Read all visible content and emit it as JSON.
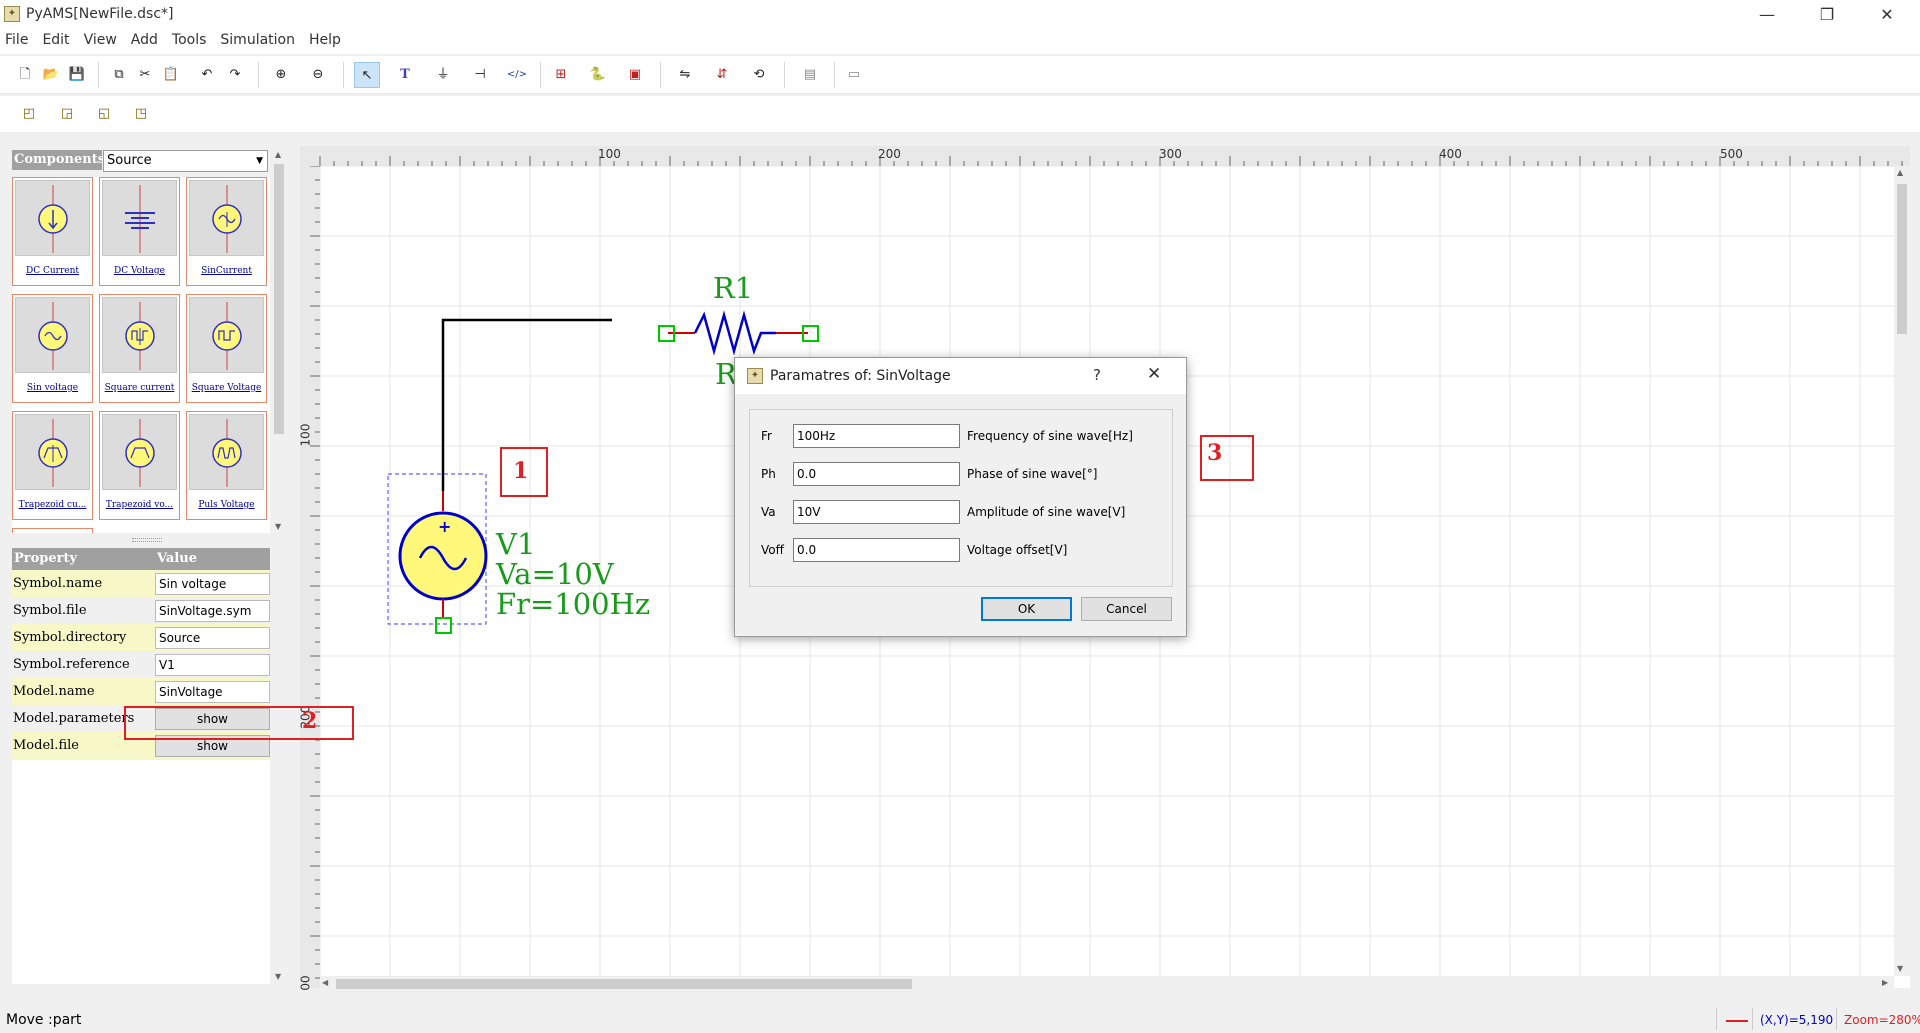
{
  "window": {
    "title": "PyAMS[NewFile.dsc*]",
    "app_icon": "pyams-icon",
    "controls": [
      "minimize-icon",
      "restore-icon",
      "close-icon"
    ]
  },
  "menubar": [
    "File",
    "Edit",
    "View",
    "Add",
    "Tools",
    "Simulation",
    "Help"
  ],
  "toolbar1": [
    {
      "name": "new-icon",
      "glyph": "🗋"
    },
    {
      "name": "open-icon",
      "glyph": "📂"
    },
    {
      "name": "save-icon",
      "glyph": "💾"
    },
    {
      "name": "copy-icon",
      "glyph": "⧉"
    },
    {
      "name": "cut-icon",
      "glyph": "✂"
    },
    {
      "name": "paste-icon",
      "glyph": "📋"
    },
    {
      "name": "undo-icon",
      "glyph": "↶"
    },
    {
      "name": "redo-icon",
      "glyph": "↷"
    },
    {
      "name": "zoom-in-icon",
      "glyph": "⊕"
    },
    {
      "name": "zoom-out-icon",
      "glyph": "⊖"
    },
    {
      "name": "select-pointer-icon",
      "glyph": "↖"
    },
    {
      "name": "text-tool-icon",
      "glyph": "T"
    },
    {
      "name": "ground-tool-icon",
      "glyph": "⏚"
    },
    {
      "name": "port-tool-icon",
      "glyph": "⊣"
    },
    {
      "name": "code-tool-icon",
      "glyph": "</>"
    },
    {
      "name": "probe-icon",
      "glyph": "⊞"
    },
    {
      "name": "python-icon",
      "glyph": "🐍"
    },
    {
      "name": "analysis-icon",
      "glyph": "▣"
    },
    {
      "name": "flip-horizontal-icon",
      "glyph": "⇋"
    },
    {
      "name": "flip-vertical-icon",
      "glyph": "⇵"
    },
    {
      "name": "rotate-icon",
      "glyph": "⟲"
    },
    {
      "name": "properties-icon",
      "glyph": "▤"
    },
    {
      "name": "window-icon",
      "glyph": "▭"
    }
  ],
  "toolbar2": [
    {
      "name": "bring-front-icon",
      "glyph": "◰"
    },
    {
      "name": "send-back-icon",
      "glyph": "◲"
    },
    {
      "name": "bring-forward-icon",
      "glyph": "◱"
    },
    {
      "name": "send-backward-icon",
      "glyph": "◳"
    }
  ],
  "components": {
    "header": "Components",
    "library": "Source",
    "items": [
      {
        "label": "DC Current",
        "icon": "dc-current-icon"
      },
      {
        "label": "DC Voltage",
        "icon": "dc-voltage-icon"
      },
      {
        "label": "SinCurrent",
        "icon": "sin-current-icon"
      },
      {
        "label": "Sin voltage",
        "icon": "sin-voltage-icon"
      },
      {
        "label": "Square current",
        "icon": "square-current-icon"
      },
      {
        "label": "Square Voltage",
        "icon": "square-voltage-icon"
      },
      {
        "label": "Trapezoid cu...",
        "icon": "trapezoid-current-icon"
      },
      {
        "label": "Trapezoid vo...",
        "icon": "trapezoid-voltage-icon"
      },
      {
        "label": "Puls Voltage",
        "icon": "puls-voltage-icon"
      }
    ]
  },
  "properties": {
    "header_property": "Property",
    "header_value": "Value",
    "rows": [
      {
        "name": "Symbol.name",
        "value": "Sin voltage",
        "type": "text"
      },
      {
        "name": "Symbol.file",
        "value": "SinVoltage.sym",
        "type": "text"
      },
      {
        "name": "Symbol.directory",
        "value": "Source",
        "type": "text"
      },
      {
        "name": "Symbol.reference",
        "value": "V1",
        "type": "text"
      },
      {
        "name": "Model.name",
        "value": "SinVoltage",
        "type": "text"
      },
      {
        "name": "Model.parameters",
        "value": "show",
        "type": "button"
      },
      {
        "name": "Model.file",
        "value": "show",
        "type": "button"
      }
    ]
  },
  "ruler": {
    "top": [
      "100",
      "200",
      "300",
      "400",
      "500"
    ],
    "left": [
      "100",
      "200",
      "00"
    ]
  },
  "schematic": {
    "resistor_label": "R1",
    "resistor_label_partial": "R",
    "source_ref": "V1",
    "source_va": "Va=10V",
    "source_fr": "Fr=100Hz",
    "plus_sign": "+"
  },
  "annotations": [
    "1",
    "2",
    "3"
  ],
  "dialog": {
    "title": "Paramatres of:  SinVoltage",
    "help": "?",
    "fields": [
      {
        "label": "Fr",
        "value": "100Hz",
        "desc": "Frequency of sine wave[Hz]"
      },
      {
        "label": "Ph",
        "value": "0.0",
        "desc": "Phase of sine wave[°]"
      },
      {
        "label": "Va",
        "value": "10V",
        "desc": "Amplitude of sine wave[V]"
      },
      {
        "label": "Voff",
        "value": "0.0",
        "desc": "Voltage offset[V]"
      }
    ],
    "ok": "OK",
    "cancel": "Cancel"
  },
  "status": {
    "message": "Move :part",
    "coords": "(X,Y)=5,190",
    "zoom": "Zoom=280%"
  },
  "colors": {
    "annotation_red": "#e02020",
    "wire": "#000000",
    "resistor": "#0000c8",
    "label_green": "#1a9a1a",
    "pin_green": "#00c800",
    "source_fill": "#fff87a",
    "link_blue": "#00009c"
  }
}
